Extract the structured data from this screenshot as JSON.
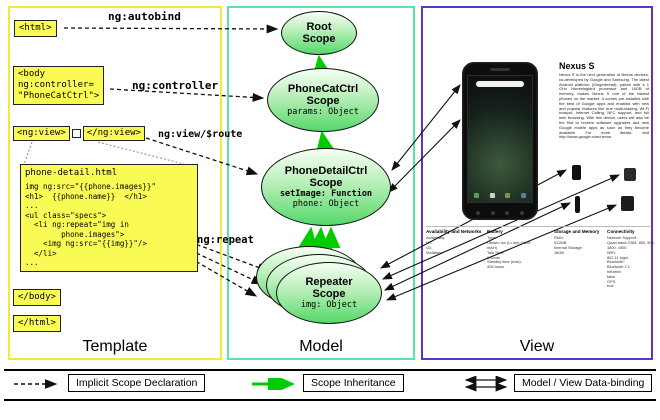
{
  "panels": {
    "template_label": "Template",
    "model_label": "Model",
    "view_label": "View"
  },
  "annotations": {
    "autobind": "ng:autobind",
    "controller": "ng:controller",
    "view_route": "ng:view/$route",
    "repeat": "ng:repeat"
  },
  "template": {
    "html_open": "<html>",
    "body_open_lines": [
      "<body",
      "ng:controller=",
      "\"PhoneCatCtrl\">"
    ],
    "ngview_open": "<ng:view>",
    "ngview_close": "</ng:view>",
    "detail_file": "phone-detail.html",
    "detail_code_lines": [
      "img ng:src=\"{{phone.images}}\"",
      "<h1>  {{phone.name}}  </h1>",
      "...",
      "<ul class=\"specs\">",
      "  <li ng:repeat=\"img in",
      "        phone.images\">",
      "    <img ng:src=\"{{img}}\"/>",
      "  </li>",
      "..."
    ],
    "body_close": "</body>",
    "html_close": "</html>"
  },
  "model": {
    "root_scope": {
      "line1": "Root",
      "line2": "Scope"
    },
    "phonecat_scope": {
      "line1": "PhoneCatCtrl",
      "line2": "Scope",
      "prop1": "params: Object"
    },
    "phonedetail_scope": {
      "line1": "PhoneDetailCtrl",
      "line2": "Scope",
      "prop1": "setImage: Function",
      "prop2": "phone: Object"
    },
    "repeater_scope": {
      "line1": "Repeater",
      "line2": "Scope",
      "prop1": "img: Object"
    }
  },
  "view": {
    "product_title": "Nexus S",
    "description": "Nexus S is the next generation of Nexus devices, co-developed by Google and Samsung. The latest Android platform (Gingerbread), paired with a 1 GHz Hummingbird processor and 16GB of memory, makes Nexus S one of the fastest phones on the market. It comes pre-installed with the best of Google apps and enabled with new and popular features like true multi-tasking, Wi-Fi hotspot, Internet Calling, NFC support, and full web browsing. With this device, users will also be the first to receive software upgrades and new Google mobile apps as soon as they become available. For more details, visit http://www.google.com/nexus.",
    "specs": {
      "col1": {
        "header": "Availability and Networks",
        "lines": [
          "Availability:",
          "M7,",
          "O2,",
          "Vodafone"
        ]
      },
      "col2": {
        "header": "Battery",
        "lines": [
          "Type:",
          "Lithium Ion (Li-Ion) (1500",
          "mAH)",
          "Talk Time:",
          "6 hours",
          "Standby time (max):",
          "428 hours"
        ]
      },
      "col3": {
        "header": "Storage and Memory",
        "lines": [
          "RAM:",
          "512MB",
          "Internal Storage:",
          "16GB"
        ]
      },
      "col4": {
        "header": "Connectivity",
        "lines": [
          "Network Support:",
          "Quad-band GSM: 850, 900,",
          "1800, 1900",
          "WiFi:",
          "802.11 b/g/n",
          "Bluetooth:",
          "Bluetooth 2.1",
          "Infrared:",
          "false",
          "GPS:",
          "true"
        ]
      }
    }
  },
  "legend": {
    "implicit": "Implicit Scope Declaration",
    "inheritance": "Scope Inheritance",
    "databinding": "Model / View Data-binding"
  }
}
